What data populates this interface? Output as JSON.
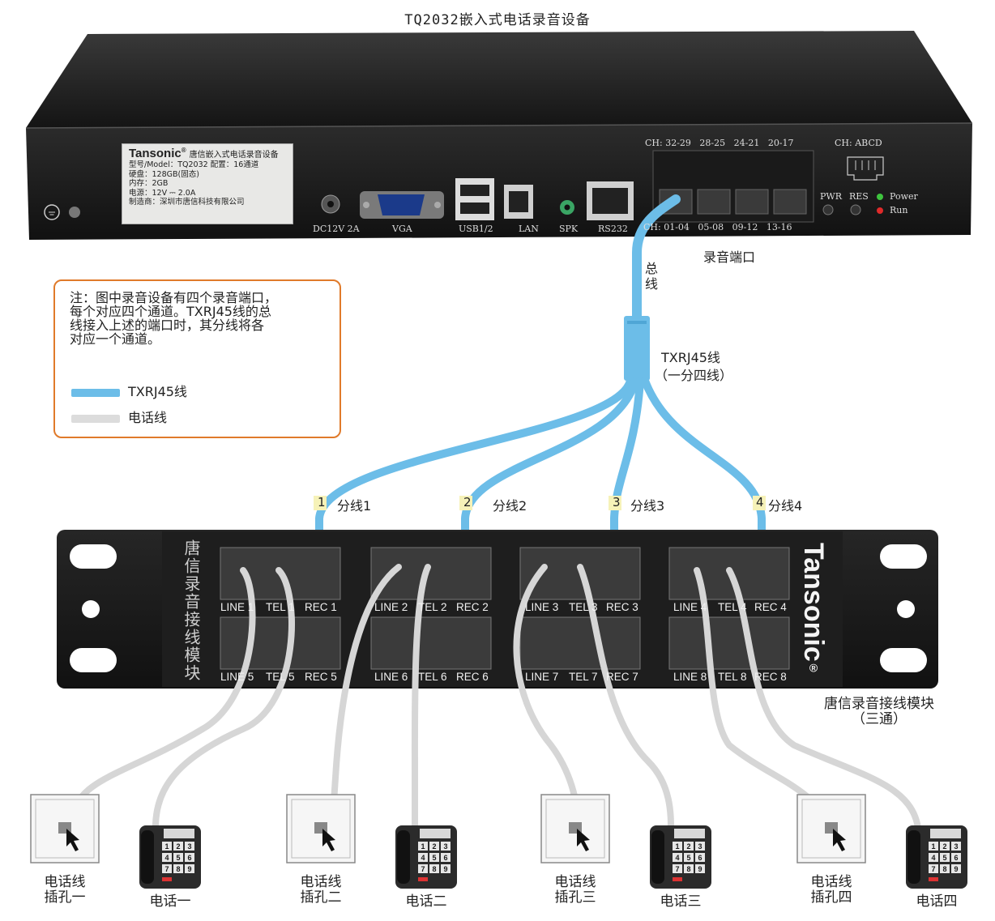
{
  "title": "TQ2032嵌入式电话录音设备",
  "recorder": {
    "brand": "Tansonic",
    "brand_mark": "®",
    "brand_desc": "唐信嵌入式电话录音设备",
    "spec_lines": [
      "型号/Model：TQ2032     配置：16通道",
      "硬盘：128GB(固态)",
      "内存：2GB",
      "电源：12V ⎓ 2.0A",
      "制造商：深圳市唐信科技有限公司"
    ],
    "ports": {
      "dc": "DC12V  2A",
      "vga": "VGA",
      "usb": "USB1/2",
      "lan": "LAN",
      "spk": "SPK",
      "rs232": "RS232"
    },
    "ch_top": "CH: 32-29   28-25   24-21   20-17",
    "ch_bottom": "CH: 01-04   05-08   09-12   13-16",
    "ch_abcd": "CH: ABCD",
    "pwr": "PWR",
    "res": "RES",
    "power": "Power",
    "run": "Run",
    "rec_port_label": "录音端口"
  },
  "cable": {
    "bus_label": "总线",
    "name": "TXRJ45线",
    "name_sub": "（一分四线）",
    "branches": [
      {
        "num": "1",
        "label": "分线1"
      },
      {
        "num": "2",
        "label": "分线2"
      },
      {
        "num": "3",
        "label": "分线3"
      },
      {
        "num": "4",
        "label": "分线4"
      }
    ]
  },
  "note": {
    "text_lines": [
      "注：图中录音设备有四个录音端口，",
      "每个对应四个通道。TXRJ45线的总",
      "线接入上述的端口时，其分线将各",
      "对应一个通道。"
    ],
    "legend": [
      {
        "label": "TXRJ45线",
        "color": "#6cbde8"
      },
      {
        "label": "电话线",
        "color": "#dcdcdc"
      }
    ]
  },
  "panel": {
    "name": "唐信录音接线模块",
    "brand": "Tansonic",
    "brand_mark": "®",
    "caption_line1": "唐信录音接线模块",
    "caption_line2": "（三通）",
    "top_labels": [
      [
        "LINE 1",
        "TEL 1",
        "REC 1"
      ],
      [
        "LINE 2",
        "TEL 2",
        "REC 2"
      ],
      [
        "LINE 3",
        "TEL 3",
        "REC 3"
      ],
      [
        "LINE 4",
        "TEL 4",
        "REC 4"
      ]
    ],
    "bottom_labels": [
      [
        "LINE 5",
        "TEL 5",
        "REC 5"
      ],
      [
        "LINE 6",
        "TEL 6",
        "REC 6"
      ],
      [
        "LINE 7",
        "TEL 7",
        "REC 7"
      ],
      [
        "LINE 8",
        "TEL 8",
        "REC 8"
      ]
    ]
  },
  "devices": [
    {
      "jack_l1": "电话线",
      "jack_l2": "插孔一",
      "phone": "电话一"
    },
    {
      "jack_l1": "电话线",
      "jack_l2": "插孔二",
      "phone": "电话二"
    },
    {
      "jack_l1": "电话线",
      "jack_l2": "插孔三",
      "phone": "电话三"
    },
    {
      "jack_l1": "电话线",
      "jack_l2": "插孔四",
      "phone": "电话四"
    }
  ],
  "keypad": [
    "1",
    "2",
    "3",
    "4",
    "5",
    "6",
    "7",
    "8",
    "9"
  ],
  "colors": {
    "txrj45": "#6cbde8",
    "phone_line": "#dcdcdc",
    "note_border": "#e07a2a",
    "device_body": "#2b2b2b"
  }
}
